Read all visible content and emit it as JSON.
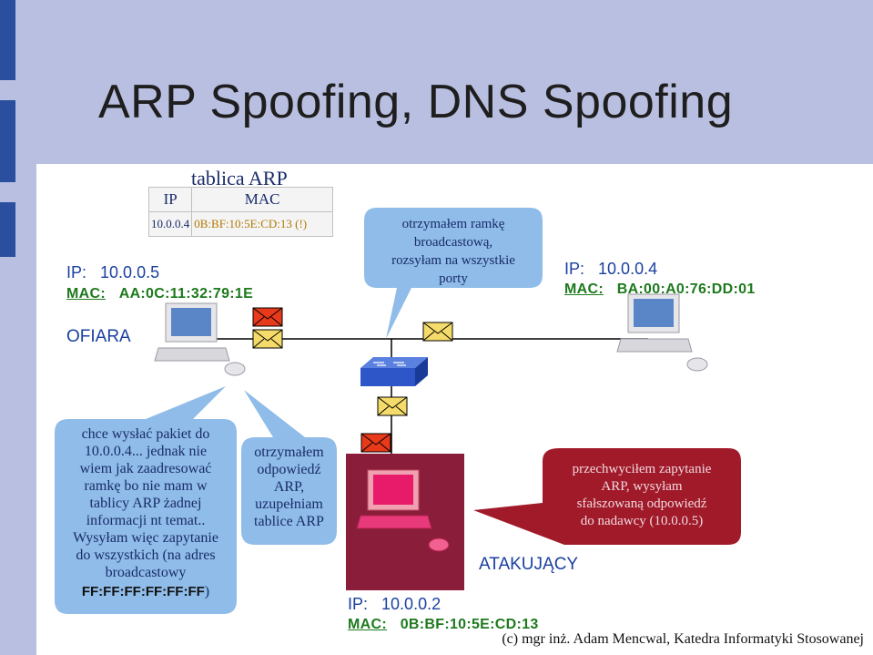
{
  "title": "ARP Spoofing, DNS Spoofing",
  "arp_table": {
    "title": "tablica ARP",
    "header_ip": "IP",
    "header_mac": "MAC",
    "row_ip": "10.0.0.4",
    "row_mac": "0B:BF:10:5E:CD:13 (!)"
  },
  "victim": {
    "ip_label": "IP:",
    "ip": "10.0.0.5",
    "mac_label": "MAC:",
    "mac": "AA:0C:11:32:79:1E",
    "role": "OFIARA"
  },
  "target": {
    "ip_label": "IP:",
    "ip": "10.0.0.4",
    "mac_label": "MAC:",
    "mac": "BA:00:A0:76:DD:01"
  },
  "attacker": {
    "ip_label": "IP:",
    "ip": "10.0.0.2",
    "mac_label": "MAC:",
    "mac": "0B:BF:10:5E:CD:13",
    "role": "ATAKUJĄCY"
  },
  "bubbles": {
    "switch": [
      "otrzymałem ramkę",
      "broadcastową,",
      "rozsyłam na wszystkie",
      "porty"
    ],
    "victim_request": [
      "chce wysłać pakiet do",
      "10.0.0.4... jednak nie",
      "wiem jak zaadresować",
      "ramkę bo nie mam w",
      "tablicy ARP żadnej",
      "informacji nt temat..",
      "Wysyłam więc zapytanie",
      "do wszystkich (na adres",
      "broadcastowy"
    ],
    "victim_request_mac": "FF:FF:FF:FF:FF:FF",
    "victim_request_close": ")",
    "victim_reply": [
      "otrzymałem",
      "odpowiedź",
      "ARP,",
      "uzupełniam",
      "tablice ARP"
    ],
    "attacker_reply": [
      "przechwyciłem zapytanie",
      "ARP, wysyłam",
      "sfałszowaną odpowiedź",
      "do nadawcy (10.0.0.5)"
    ]
  },
  "credit": "(c) mgr inż. Adam Mencwal, Katedra Informatyki Stosowanej",
  "colors": {
    "header_bg": "#b9bfe0",
    "edge_bar": "#2a4f9e",
    "bubble_blue": "#8fbce8",
    "bubble_red": "#a01a2a",
    "attacker_box": "#8a1e3a",
    "switch": "#2f56c8",
    "envelope_red": "#e83a1a",
    "envelope_yellow": "#f5dc6a"
  }
}
